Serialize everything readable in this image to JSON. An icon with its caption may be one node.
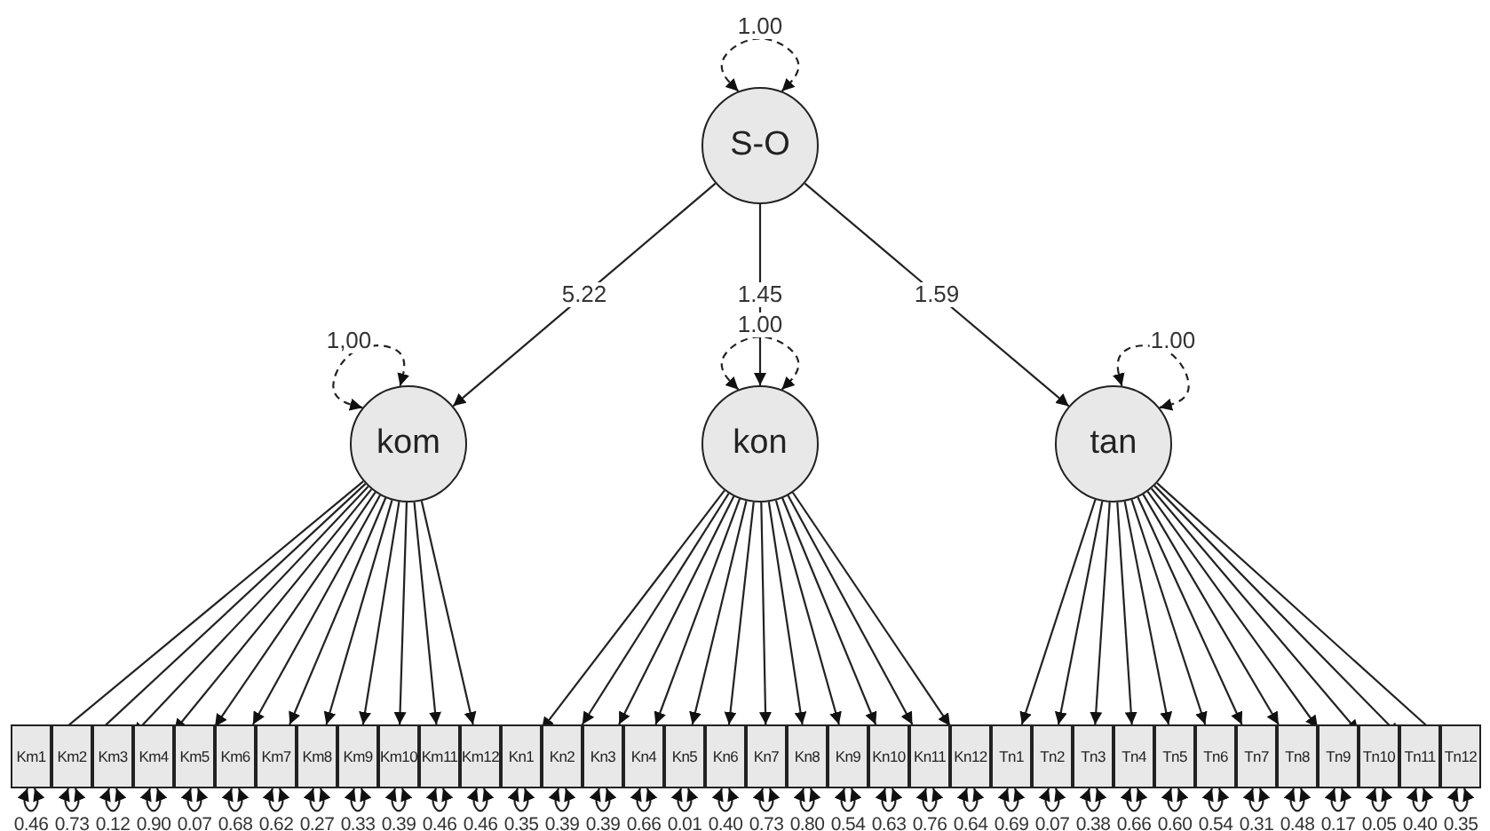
{
  "diagram": {
    "nodes": [
      {
        "text": [
          "S-O"
        ]
      },
      {
        "text": [
          "kom"
        ]
      },
      {
        "text": [
          "kon"
        ]
      },
      {
        "text": [
          "tan"
        ]
      },
      {
        "text": [
          "Km1"
        ]
      },
      {
        "text": [
          "Km2"
        ]
      },
      {
        "text": [
          "Km3"
        ]
      },
      {
        "text": [
          "Km4"
        ]
      },
      {
        "text": [
          "Km5"
        ]
      },
      {
        "text": [
          "Km6"
        ]
      },
      {
        "text": [
          "Km7"
        ]
      },
      {
        "text": [
          "Km8"
        ]
      },
      {
        "text": [
          "Km9"
        ]
      },
      {
        "text": [
          "Km10"
        ]
      },
      {
        "text": [
          "Km11"
        ]
      },
      {
        "text": [
          "Km12"
        ]
      },
      {
        "text": [
          "Kn1"
        ]
      },
      {
        "text": [
          "Kn2"
        ]
      },
      {
        "text": [
          "Kn3"
        ]
      },
      {
        "text": [
          "Kn4"
        ]
      },
      {
        "text": [
          "Kn5"
        ]
      },
      {
        "text": [
          "Kn6"
        ]
      },
      {
        "text": [
          "Kn7"
        ]
      },
      {
        "text": [
          "Kn8"
        ]
      },
      {
        "text": [
          "Kn9"
        ]
      },
      {
        "text": [
          "Kn10"
        ]
      },
      {
        "text": [
          "Kn11"
        ]
      },
      {
        "text": [
          "Kn12"
        ]
      },
      {
        "text": [
          "Tn1"
        ]
      },
      {
        "text": [
          "Tn2"
        ]
      },
      {
        "text": [
          "Tn3"
        ]
      },
      {
        "text": [
          "Tn4"
        ]
      },
      {
        "text": [
          "Tn5"
        ]
      },
      {
        "text": [
          "Tn6"
        ]
      },
      {
        "text": [
          "Tn7"
        ]
      },
      {
        "text": [
          "Tn8"
        ]
      },
      {
        "text": [
          "Tn9"
        ]
      },
      {
        "text": [
          "Tn10"
        ]
      },
      {
        "text": [
          "Tn11"
        ]
      },
      {
        "text": [
          "Tn12"
        ]
      }
    ],
    "edges": [
      {
        "from": 0,
        "to": 0,
        "arrow": "both",
        "label": "1.00",
        "style": "dashed"
      },
      {
        "from": 0,
        "to": 1,
        "arrow": "to",
        "label": "5.22"
      },
      {
        "from": 0,
        "to": 2,
        "arrow": "to",
        "label": "1.45"
      },
      {
        "from": 0,
        "to": 3,
        "arrow": "to",
        "label": "1.59"
      },
      {
        "from": 1,
        "to": 1,
        "arrow": "both",
        "label": "1,00",
        "style": "dashed"
      },
      {
        "from": 2,
        "to": 2,
        "arrow": "both",
        "label": "1.00",
        "style": "dashed"
      },
      {
        "from": 3,
        "to": 3,
        "arrow": "both",
        "label": "1.00",
        "style": "dashed"
      },
      {
        "from": 1,
        "to": 4,
        "arrow": "to"
      },
      {
        "from": 1,
        "to": 5,
        "arrow": "to"
      },
      {
        "from": 1,
        "to": 6,
        "arrow": "to"
      },
      {
        "from": 1,
        "to": 7,
        "arrow": "to"
      },
      {
        "from": 1,
        "to": 8,
        "arrow": "to"
      },
      {
        "from": 1,
        "to": 9,
        "arrow": "to"
      },
      {
        "from": 1,
        "to": 10,
        "arrow": "to"
      },
      {
        "from": 1,
        "to": 11,
        "arrow": "to"
      },
      {
        "from": 1,
        "to": 12,
        "arrow": "to"
      },
      {
        "from": 1,
        "to": 13,
        "arrow": "to"
      },
      {
        "from": 1,
        "to": 14,
        "arrow": "to"
      },
      {
        "from": 1,
        "to": 15,
        "arrow": "to"
      },
      {
        "from": 2,
        "to": 16,
        "arrow": "to"
      },
      {
        "from": 2,
        "to": 17,
        "arrow": "to"
      },
      {
        "from": 2,
        "to": 18,
        "arrow": "to"
      },
      {
        "from": 2,
        "to": 19,
        "arrow": "to"
      },
      {
        "from": 2,
        "to": 20,
        "arrow": "to"
      },
      {
        "from": 2,
        "to": 21,
        "arrow": "to"
      },
      {
        "from": 2,
        "to": 22,
        "arrow": "to"
      },
      {
        "from": 2,
        "to": 23,
        "arrow": "to"
      },
      {
        "from": 2,
        "to": 24,
        "arrow": "to"
      },
      {
        "from": 2,
        "to": 25,
        "arrow": "to"
      },
      {
        "from": 2,
        "to": 26,
        "arrow": "to"
      },
      {
        "from": 2,
        "to": 27,
        "arrow": "to"
      },
      {
        "from": 3,
        "to": 28,
        "arrow": "to"
      },
      {
        "from": 3,
        "to": 29,
        "arrow": "to"
      },
      {
        "from": 3,
        "to": 30,
        "arrow": "to"
      },
      {
        "from": 3,
        "to": 31,
        "arrow": "to"
      },
      {
        "from": 3,
        "to": 32,
        "arrow": "to"
      },
      {
        "from": 3,
        "to": 33,
        "arrow": "to"
      },
      {
        "from": 3,
        "to": 34,
        "arrow": "to"
      },
      {
        "from": 3,
        "to": 35,
        "arrow": "to"
      },
      {
        "from": 3,
        "to": 36,
        "arrow": "to"
      },
      {
        "from": 3,
        "to": 37,
        "arrow": "to"
      },
      {
        "from": 3,
        "to": 38,
        "arrow": "to"
      },
      {
        "from": 3,
        "to": 39,
        "arrow": "to"
      },
      {
        "from": 4,
        "to": 4,
        "arrow": "both",
        "label": "0.46"
      },
      {
        "from": 5,
        "to": 5,
        "arrow": "both",
        "label": "0.73"
      },
      {
        "from": 6,
        "to": 6,
        "arrow": "both",
        "label": "0.12"
      },
      {
        "from": 7,
        "to": 7,
        "arrow": "both",
        "label": "0.90"
      },
      {
        "from": 8,
        "to": 8,
        "arrow": "both",
        "label": "0.07"
      },
      {
        "from": 9,
        "to": 9,
        "arrow": "both",
        "label": "0.68"
      },
      {
        "from": 10,
        "to": 10,
        "arrow": "both",
        "label": "0.62"
      },
      {
        "from": 11,
        "to": 11,
        "arrow": "both",
        "label": "0.27"
      },
      {
        "from": 12,
        "to": 12,
        "arrow": "both",
        "label": "0.33"
      },
      {
        "from": 13,
        "to": 13,
        "arrow": "both",
        "label": "0.39"
      },
      {
        "from": 14,
        "to": 14,
        "arrow": "both",
        "label": "0.46"
      },
      {
        "from": 15,
        "to": 15,
        "arrow": "both",
        "label": "0.46"
      },
      {
        "from": 16,
        "to": 16,
        "arrow": "both",
        "label": "0.35"
      },
      {
        "from": 17,
        "to": 17,
        "arrow": "both",
        "label": "0.39"
      },
      {
        "from": 18,
        "to": 18,
        "arrow": "both",
        "label": "0.39"
      },
      {
        "from": 19,
        "to": 19,
        "arrow": "both",
        "label": "0.66"
      },
      {
        "from": 20,
        "to": 20,
        "arrow": "both",
        "label": "0.01"
      },
      {
        "from": 21,
        "to": 21,
        "arrow": "both",
        "label": "0.40"
      },
      {
        "from": 22,
        "to": 22,
        "arrow": "both",
        "label": "0.73"
      },
      {
        "from": 23,
        "to": 23,
        "arrow": "both",
        "label": "0.80"
      },
      {
        "from": 24,
        "to": 24,
        "arrow": "both",
        "label": "0.54"
      },
      {
        "from": 25,
        "to": 25,
        "arrow": "both",
        "label": "0.63"
      },
      {
        "from": 26,
        "to": 26,
        "arrow": "both",
        "label": "0.76"
      },
      {
        "from": 27,
        "to": 27,
        "arrow": "both",
        "label": "0.64"
      },
      {
        "from": 28,
        "to": 28,
        "arrow": "both",
        "label": "0.69"
      },
      {
        "from": 29,
        "to": 29,
        "arrow": "both",
        "label": "0.07"
      },
      {
        "from": 30,
        "to": 30,
        "arrow": "both",
        "label": "0.38"
      },
      {
        "from": 31,
        "to": 31,
        "arrow": "both",
        "label": "0.66"
      },
      {
        "from": 32,
        "to": 32,
        "arrow": "both",
        "label": "0.60"
      },
      {
        "from": 33,
        "to": 33,
        "arrow": "both",
        "label": "0.54"
      },
      {
        "from": 34,
        "to": 34,
        "arrow": "both",
        "label": "0.31"
      },
      {
        "from": 35,
        "to": 35,
        "arrow": "both",
        "label": "0.48"
      },
      {
        "from": 36,
        "to": 36,
        "arrow": "both",
        "label": "0.17"
      },
      {
        "from": 37,
        "to": 37,
        "arrow": "both",
        "label": "0.05"
      },
      {
        "from": 38,
        "to": 38,
        "arrow": "both",
        "label": "0.40"
      },
      {
        "from": 39,
        "to": 39,
        "arrow": "both",
        "label": "0.35"
      }
    ]
  }
}
